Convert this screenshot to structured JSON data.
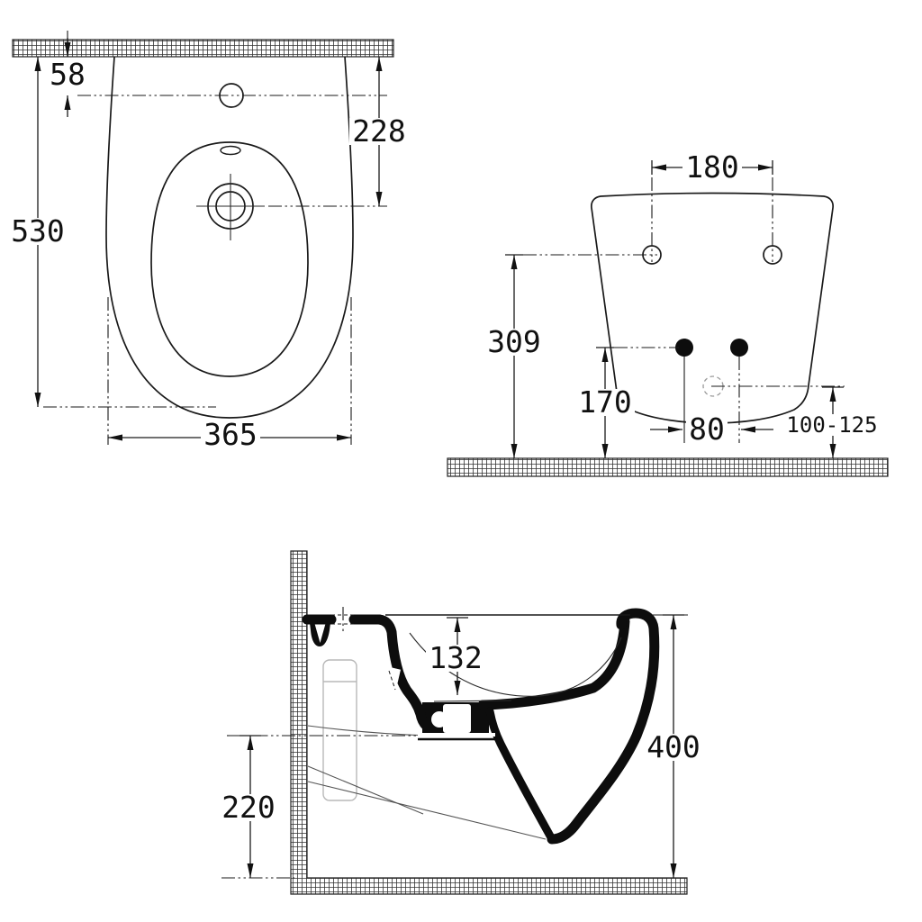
{
  "drawing": {
    "colors": {
      "background": "#ffffff",
      "line": "#1a1a1a",
      "phantom": "#b8b8b8",
      "section_fill": "#0d0d0d"
    },
    "views": {
      "top_view": {
        "dims": {
          "faucet_hole_offset": "58",
          "drain_center_offset": "228",
          "total_depth": "530",
          "width": "365"
        }
      },
      "rear_view": {
        "dims": {
          "fixing_hole_spacing": "180",
          "fixing_hole_height": "309",
          "water_inlet_height": "170",
          "water_inlet_spacing": "80",
          "waste_outlet_height_range": "100-125"
        }
      },
      "side_view": {
        "dims": {
          "rim_to_bowl_depth": "132",
          "overall_height": "400",
          "waste_outlet_center_height": "220"
        }
      }
    }
  }
}
